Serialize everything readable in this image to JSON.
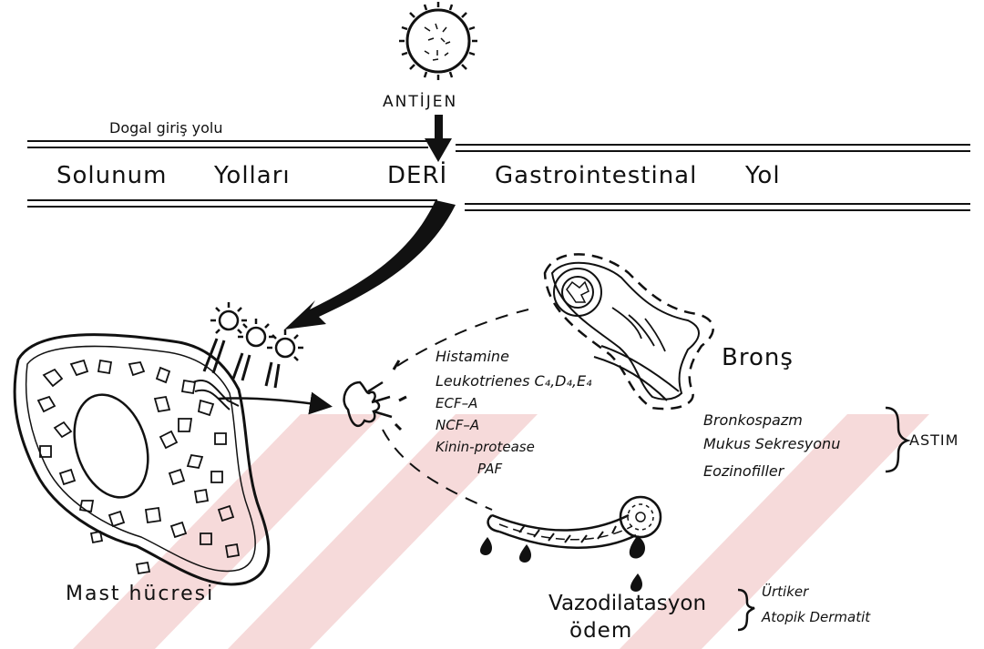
{
  "antigen": {
    "label": "ANTİJEN"
  },
  "entry": {
    "caption": "Dogal  giriş  yolu",
    "routes": [
      "Solunum",
      "Yolları",
      "DERİ",
      "Gastrointestinal",
      "Yol"
    ]
  },
  "mast_cell": {
    "label": "Mast hücresi"
  },
  "mediators": [
    "Histamine",
    "Leukotrienes C₄,D₄,E₄",
    "ECF–A",
    "NCF–A",
    "Kinin-protease",
    "PAF"
  ],
  "bronchus": {
    "label": "Bronş",
    "effects": [
      "Bronkospazm",
      "Mukus Sekresyonu",
      "Eozinofiller"
    ],
    "result": "ASTIM"
  },
  "vessel": {
    "label_line1": "Vazodilatasyon",
    "label_line2": "ödem",
    "results": [
      "Ürtiker",
      "Atopik Dermatit"
    ]
  },
  "colors": {
    "ink": "#111111",
    "watermark": "#f6dada"
  }
}
